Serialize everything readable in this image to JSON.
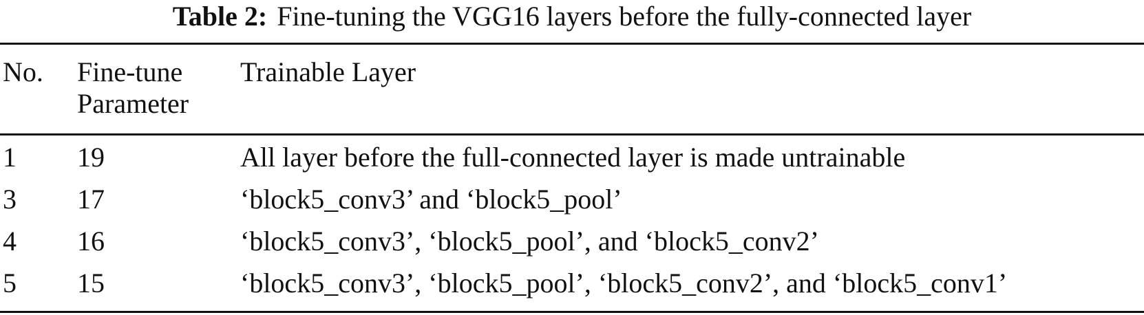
{
  "caption": {
    "label": "Table 2:",
    "text": "Fine-tuning the VGG16 layers before the fully-connected layer"
  },
  "table": {
    "headers": {
      "no": "No.",
      "finetune_line1": "Fine-tune",
      "finetune_line2": "Parameter",
      "trainable": "Trainable Layer"
    },
    "rows": [
      {
        "no": "1",
        "param": "19",
        "layer": "All layer before the full-connected layer is made untrainable"
      },
      {
        "no": "3",
        "param": "17",
        "layer": "‘block5_conv3’ and ‘block5_pool’"
      },
      {
        "no": "4",
        "param": "16",
        "layer": "‘block5_conv3’, ‘block5_pool’, and ‘block5_conv2’"
      },
      {
        "no": "5",
        "param": "15",
        "layer": "‘block5_conv3’, ‘block5_pool’, ‘block5_conv2’, and ‘block5_conv1’"
      }
    ]
  }
}
